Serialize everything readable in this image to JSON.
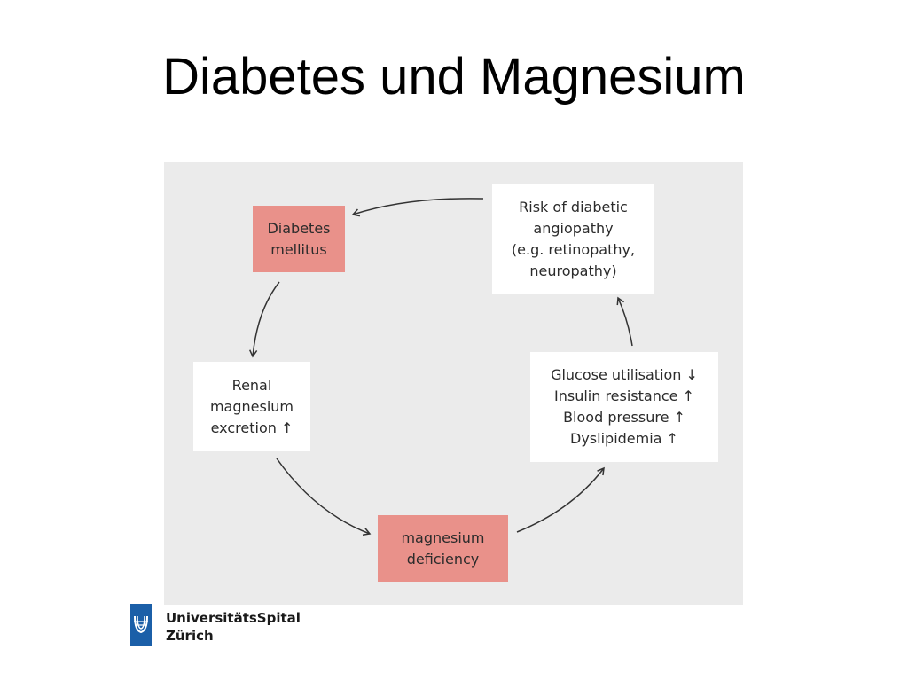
{
  "slide": {
    "title": "Diabetes und Magnesium"
  },
  "diagram": {
    "nodes": {
      "diabetes": {
        "lines": [
          "Diabetes",
          "mellitus"
        ],
        "color": "#e9918a"
      },
      "risk": {
        "lines": [
          "Risk of diabetic",
          "angiopathy",
          "(e.g. retinopathy,",
          "neuropathy)"
        ],
        "color": "#ffffff"
      },
      "renal": {
        "lines": [
          "Renal",
          "magnesium",
          "excretion ↑"
        ],
        "color": "#ffffff"
      },
      "glucose": {
        "lines": [
          "Glucose utilisation ↓",
          "Insulin resistance ↑",
          "Blood pressure ↑",
          "Dyslipidemia ↑"
        ],
        "color": "#ffffff"
      },
      "deficiency": {
        "lines": [
          "magnesium",
          "deficiency"
        ],
        "color": "#e9918a"
      }
    },
    "cycle": [
      "Diabetes mellitus",
      "Renal magnesium excretion",
      "magnesium deficiency",
      "Glucose utilisation / Insulin resistance / Blood pressure / Dyslipidemia",
      "Risk of diabetic angiopathy"
    ]
  },
  "logo": {
    "line1": "UniversitätsSpital",
    "line2": "Zürich",
    "color": "#1b5fa8"
  }
}
